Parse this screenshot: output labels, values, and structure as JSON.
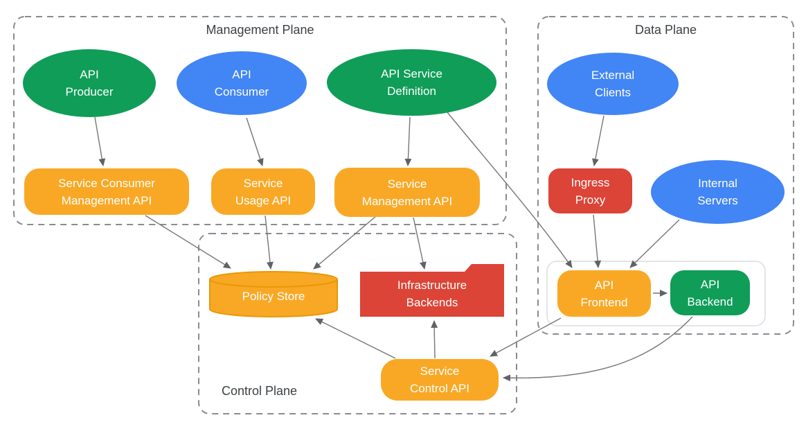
{
  "planes": {
    "management": {
      "label": "Management Plane"
    },
    "data": {
      "label": "Data Plane"
    },
    "control": {
      "label": "Control Plane"
    }
  },
  "nodes": {
    "api_producer": {
      "shape": "ellipse",
      "color": "#0F9D58",
      "lines": [
        "API",
        "Producer"
      ]
    },
    "api_consumer": {
      "shape": "ellipse",
      "color": "#4285F4",
      "lines": [
        "API",
        "Consumer"
      ]
    },
    "api_service_definition": {
      "shape": "ellipse",
      "color": "#0F9D58",
      "lines": [
        "API Service",
        "Definition"
      ]
    },
    "service_consumer_management_api": {
      "shape": "rounded-rect",
      "color": "#F9A825",
      "lines": [
        "Service Consumer",
        "Management API"
      ]
    },
    "service_usage_api": {
      "shape": "rounded-rect",
      "color": "#F9A825",
      "lines": [
        "Service",
        "Usage API"
      ]
    },
    "service_management_api": {
      "shape": "rounded-rect",
      "color": "#F9A825",
      "lines": [
        "Service",
        "Management API"
      ]
    },
    "external_clients": {
      "shape": "ellipse",
      "color": "#4285F4",
      "lines": [
        "External",
        "Clients"
      ]
    },
    "ingress_proxy": {
      "shape": "rounded-rect",
      "color": "#DB4437",
      "lines": [
        "Ingress",
        "Proxy"
      ]
    },
    "internal_servers": {
      "shape": "ellipse",
      "color": "#4285F4",
      "lines": [
        "Internal",
        "Servers"
      ]
    },
    "api_frontend": {
      "shape": "rounded-rect",
      "color": "#F9A825",
      "lines": [
        "API",
        "Frontend"
      ]
    },
    "api_backend": {
      "shape": "rounded-rect",
      "color": "#0F9D58",
      "lines": [
        "API",
        "Backend"
      ]
    },
    "policy_store": {
      "shape": "cylinder",
      "color": "#F9A825",
      "lines": [
        "Policy Store"
      ]
    },
    "infrastructure_backends": {
      "shape": "folder",
      "color": "#DB4437",
      "lines": [
        "Infrastructure",
        "Backends"
      ]
    },
    "service_control_api": {
      "shape": "rounded-rect",
      "color": "#F9A825",
      "lines": [
        "Service",
        "Control API"
      ]
    }
  },
  "edges": [
    {
      "from": "api_producer",
      "to": "service_consumer_management_api"
    },
    {
      "from": "api_consumer",
      "to": "service_usage_api"
    },
    {
      "from": "api_service_definition",
      "to": "service_management_api"
    },
    {
      "from": "api_service_definition",
      "to": "api_frontend"
    },
    {
      "from": "service_consumer_management_api",
      "to": "policy_store"
    },
    {
      "from": "service_usage_api",
      "to": "policy_store"
    },
    {
      "from": "service_management_api",
      "to": "policy_store"
    },
    {
      "from": "service_management_api",
      "to": "infrastructure_backends"
    },
    {
      "from": "external_clients",
      "to": "ingress_proxy"
    },
    {
      "from": "ingress_proxy",
      "to": "api_frontend"
    },
    {
      "from": "internal_servers",
      "to": "api_frontend"
    },
    {
      "from": "api_frontend",
      "to": "api_backend"
    },
    {
      "from": "api_frontend",
      "to": "service_control_api"
    },
    {
      "from": "api_backend",
      "to": "service_control_api"
    },
    {
      "from": "service_control_api",
      "to": "policy_store"
    },
    {
      "from": "service_control_api",
      "to": "infrastructure_backends"
    }
  ],
  "colors": {
    "green": "#0F9D58",
    "blue": "#4285F4",
    "orange": "#F9A825",
    "red": "#DB4437",
    "arrow_line": "#757575",
    "arrow_head": "#5F6368",
    "plane_border": "#878C91",
    "plane_label_text": "#3C4043",
    "inner_container_border": "#DADCE0",
    "cylinder_stroke": "#E89806"
  }
}
